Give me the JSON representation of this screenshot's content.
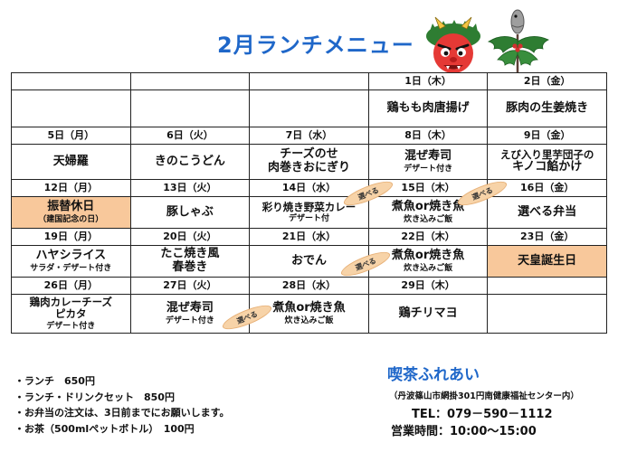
{
  "title": "2月ランチメニュー",
  "weeks": [
    {
      "dates": [
        "",
        "",
        "",
        "1日（木）",
        "2日（金）"
      ],
      "menus": [
        {
          "main": "",
          "sub": ""
        },
        {
          "main": "",
          "sub": ""
        },
        {
          "main": "",
          "sub": ""
        },
        {
          "main": "鶏もも肉唐揚げ",
          "sub": ""
        },
        {
          "main": "豚肉の生姜焼き",
          "sub": ""
        }
      ]
    },
    {
      "dates": [
        "5日（月）",
        "6日（火）",
        "7日（水）",
        "8日（木）",
        "9日（金）"
      ],
      "menus": [
        {
          "main": "天婦羅",
          "sub": ""
        },
        {
          "main": "きのこうどん",
          "sub": ""
        },
        {
          "main": "チーズのせ",
          "sub": "肉巻きおにぎり"
        },
        {
          "main": "混ぜ寿司",
          "sub": "デザート付き"
        },
        {
          "main": "えび入り里芋団子の",
          "sub": "キノコ餡かけ"
        }
      ]
    },
    {
      "dates": [
        "12日（月）",
        "13日（火）",
        "14日（水）",
        "15日（木）",
        "16日（金）"
      ],
      "menus": [
        {
          "main": "振替休日",
          "sub": "（建国記念の日）"
        },
        {
          "main": "豚しゃぶ",
          "sub": ""
        },
        {
          "main": "彩り焼き野菜カレー",
          "sub": "デザート付"
        },
        {
          "main": "煮魚or焼き魚",
          "sub": "炊き込みご飯"
        },
        {
          "main": "選べる弁当",
          "sub": ""
        }
      ]
    },
    {
      "dates": [
        "19日（月）",
        "20日（火）",
        "21日（水）",
        "22日（木）",
        "23日（金）"
      ],
      "menus": [
        {
          "main": "ハヤシライス",
          "sub": "サラダ・デザート付き"
        },
        {
          "main": "たこ焼き風",
          "sub": "春巻き"
        },
        {
          "main": "おでん",
          "sub": ""
        },
        {
          "main": "煮魚or焼き魚",
          "sub": "炊き込みご飯"
        },
        {
          "main": "天皇誕生日",
          "sub": ""
        }
      ]
    },
    {
      "dates": [
        "26日（月）",
        "27日（火）",
        "28日（水）",
        "29日（木）",
        ""
      ],
      "menus": [
        {
          "main": "鶏肉カレーチーズ",
          "main2": "ピカタ",
          "sub": "デザート付き"
        },
        {
          "main": "混ぜ寿司",
          "sub": "デザート付き"
        },
        {
          "main": "煮魚or焼き魚",
          "sub": "炊き込みご飯"
        },
        {
          "main": "鶏チリマヨ",
          "sub": ""
        },
        {
          "main": "",
          "sub": ""
        }
      ]
    }
  ],
  "badge_label": "選べる",
  "prices": [
    "・ランチ　650円",
    "・ランチ・ドリンクセット　850円",
    "・お弁当の注文は、3日前までにお願いします。",
    "・お茶（500mlペットボトル）　100円"
  ],
  "shop": {
    "name": "喫茶ふれあい",
    "address": "（丹波篠山市網掛301円南健康福祉センター内）",
    "tel": "TEL：079－590－1112",
    "hours": "営業時間：10:00～15:00"
  },
  "colors": {
    "title": "#1f67c9",
    "holiday": "#f8c89b",
    "badge": "#f7d3a8"
  }
}
